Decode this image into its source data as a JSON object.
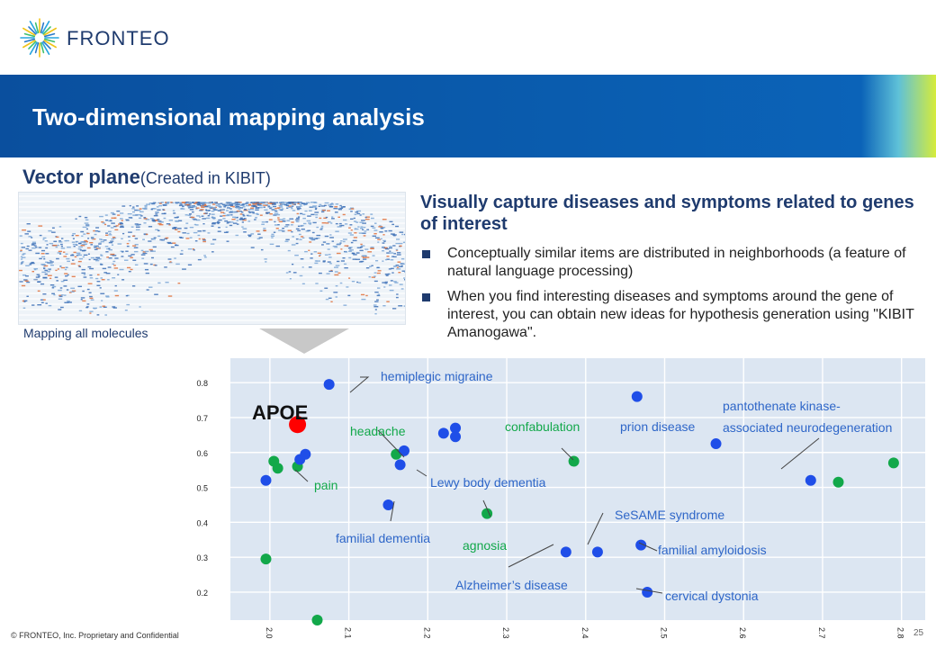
{
  "logo": {
    "icon": "starburst-logo-icon",
    "text": "FRONTEO"
  },
  "title": "Two-dimensional mapping analysis",
  "left_panel": {
    "heading": "Vector plane",
    "heading_sub": "(Created in KIBIT)",
    "caption": "Mapping all molecules"
  },
  "right_panel": {
    "heading": "Visually capture diseases and symptoms related to genes of interest",
    "bullets": [
      "Conceptually similar items are distributed in neighborhoods (a feature of natural language processing)",
      "When you find interesting diseases and symptoms around the gene of interest, you can obtain new ideas for hypothesis generation using \"KIBIT Amanogawa\"."
    ]
  },
  "chart_data": {
    "type": "scatter",
    "xlim": [
      1.95,
      2.83
    ],
    "ylim": [
      0.12,
      0.87
    ],
    "x_ticks": [
      "2.0",
      "2.1",
      "2.2",
      "2.3",
      "2.4",
      "2.5",
      "2.6",
      "2.7",
      "2.8"
    ],
    "y_ticks": [
      "0.8",
      "0.7",
      "0.6",
      "0.5",
      "0.4",
      "0.3",
      "0.2"
    ],
    "grid": true,
    "colors": {
      "blue": "#1f4ee8",
      "green": "#12a84a",
      "red": "#ff0000",
      "blue_label": "#2e66c8",
      "green_label": "#12a84a",
      "background": "#dce6f2"
    },
    "points": [
      {
        "x": 2.075,
        "y": 0.795,
        "color": "blue"
      },
      {
        "x": 1.995,
        "y": 0.52,
        "color": "blue"
      },
      {
        "x": 1.995,
        "y": 0.295,
        "color": "green"
      },
      {
        "x": 2.005,
        "y": 0.575,
        "color": "green"
      },
      {
        "x": 2.01,
        "y": 0.555,
        "color": "green"
      },
      {
        "x": 2.035,
        "y": 0.56,
        "color": "green"
      },
      {
        "x": 2.038,
        "y": 0.58,
        "color": "blue"
      },
      {
        "x": 2.045,
        "y": 0.595,
        "color": "blue"
      },
      {
        "x": 2.06,
        "y": 0.12,
        "color": "green"
      },
      {
        "x": 2.035,
        "y": 0.68,
        "color": "red",
        "big": true
      },
      {
        "x": 2.16,
        "y": 0.595,
        "color": "green"
      },
      {
        "x": 2.165,
        "y": 0.565,
        "color": "blue"
      },
      {
        "x": 2.17,
        "y": 0.605,
        "color": "blue"
      },
      {
        "x": 2.15,
        "y": 0.45,
        "color": "blue"
      },
      {
        "x": 2.22,
        "y": 0.655,
        "color": "blue"
      },
      {
        "x": 2.235,
        "y": 0.67,
        "color": "blue"
      },
      {
        "x": 2.235,
        "y": 0.645,
        "color": "blue"
      },
      {
        "x": 2.275,
        "y": 0.425,
        "color": "green"
      },
      {
        "x": 2.385,
        "y": 0.575,
        "color": "green"
      },
      {
        "x": 2.375,
        "y": 0.315,
        "color": "blue"
      },
      {
        "x": 2.415,
        "y": 0.315,
        "color": "blue"
      },
      {
        "x": 2.465,
        "y": 0.76,
        "color": "blue"
      },
      {
        "x": 2.47,
        "y": 0.335,
        "color": "blue"
      },
      {
        "x": 2.478,
        "y": 0.2,
        "color": "blue"
      },
      {
        "x": 2.565,
        "y": 0.625,
        "color": "blue"
      },
      {
        "x": 2.685,
        "y": 0.52,
        "color": "blue"
      },
      {
        "x": 2.72,
        "y": 0.515,
        "color": "green"
      },
      {
        "x": 2.79,
        "y": 0.57,
        "color": "green"
      }
    ],
    "annotations": [
      {
        "text": "APOE",
        "color": "black"
      },
      {
        "text": "hemiplegic migraine",
        "color": "blue"
      },
      {
        "text": "headache",
        "color": "green"
      },
      {
        "text": "confabulation",
        "color": "green"
      },
      {
        "text": "prion disease",
        "color": "blue"
      },
      {
        "text": "pantothenate kinase-",
        "color": "blue"
      },
      {
        "text": "associated neurodegeneration",
        "color": "blue"
      },
      {
        "text": "pain",
        "color": "green"
      },
      {
        "text": "Lewy body dementia",
        "color": "blue"
      },
      {
        "text": "SeSAME syndrome",
        "color": "blue"
      },
      {
        "text": "familial dementia",
        "color": "blue"
      },
      {
        "text": "agnosia",
        "color": "green"
      },
      {
        "text": "familial amyloidosis",
        "color": "blue"
      },
      {
        "text": "Alzheimer’s disease",
        "color": "blue"
      },
      {
        "text": "cervical dystonia",
        "color": "blue"
      }
    ]
  },
  "footer": {
    "copyright": "© FRONTEO, Inc. Proprietary and Confidential",
    "page_number": "25"
  }
}
